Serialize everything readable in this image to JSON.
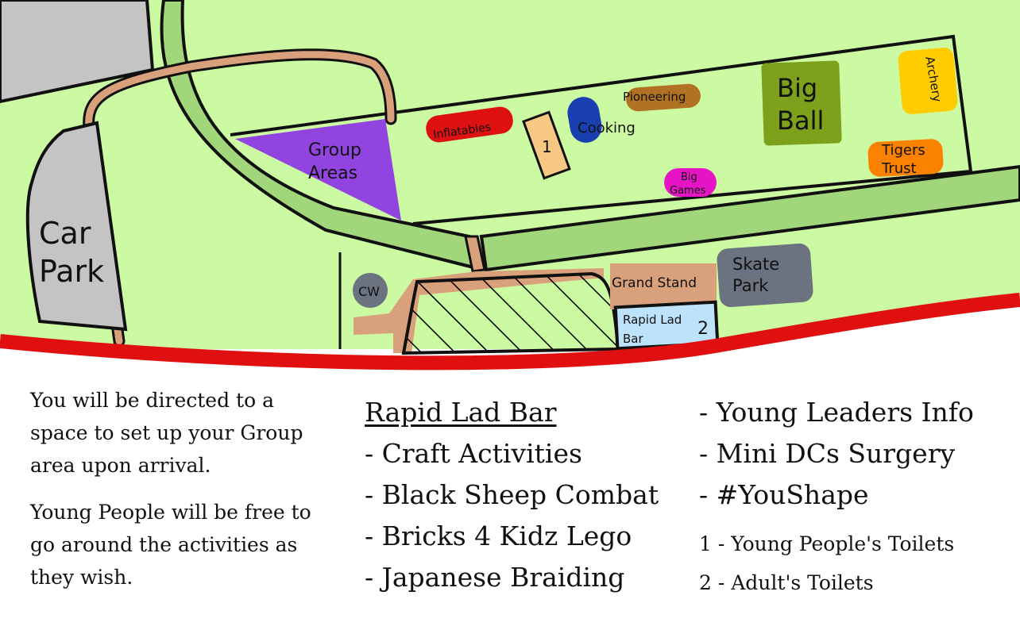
{
  "map": {
    "areas": {
      "car_park": [
        "Car",
        "Park"
      ],
      "group_areas": [
        "Group",
        "Areas"
      ],
      "inflatables": "Inflatables",
      "toilet_1": "1",
      "cooking": "Cooking",
      "pioneering": "Pioneering",
      "big_ball": [
        "Big",
        "Ball"
      ],
      "archery": "Archery",
      "tigers_trust": [
        "Tigers",
        "Trust"
      ],
      "big_games": [
        "Big",
        "Games"
      ],
      "cw": "CW",
      "grand_stand": "Grand Stand",
      "skate_park": [
        "Skate",
        "Park"
      ],
      "rapid_lad_bar": [
        "Rapid Lad",
        "Bar"
      ],
      "toilet_2": "2"
    },
    "colors": {
      "grass": "#ccfaa3",
      "path": "#a2d67b",
      "footpath": "#d9a07c",
      "boundary": "#e01010",
      "car_park": "#c4c4c4",
      "group_areas": "#9244e0",
      "inflatables": "#dd1111",
      "toilet_1": "#f7c884",
      "cooking": "#1a3fb0",
      "pioneering": "#b27224",
      "big_ball": "#7da11a",
      "archery": "#ffcc00",
      "tigers_trust": "#fb8200",
      "big_games": "#e515c6",
      "cw": "#6b7280",
      "grand_stand": "#d9a07c",
      "skate_park": "#6b7280",
      "rapid_lad_bar": "#bde3fb"
    }
  },
  "legend": {
    "intro": [
      "You will be directed to a space to set up your Group area upon arrival.",
      "Young People will be free to go around the activities as they wish."
    ],
    "middle": {
      "heading": "Rapid Lad Bar",
      "items": [
        "- Craft Activities",
        "- Black Sheep Combat",
        "- Bricks 4 Kidz Lego",
        "- Japanese Braiding"
      ]
    },
    "right": {
      "items": [
        "- Young Leaders Info",
        "- Mini DCs Surgery",
        "- #YouShape"
      ],
      "toilets": [
        "1 - Young People's Toilets",
        "2 - Adult's Toilets"
      ]
    }
  }
}
